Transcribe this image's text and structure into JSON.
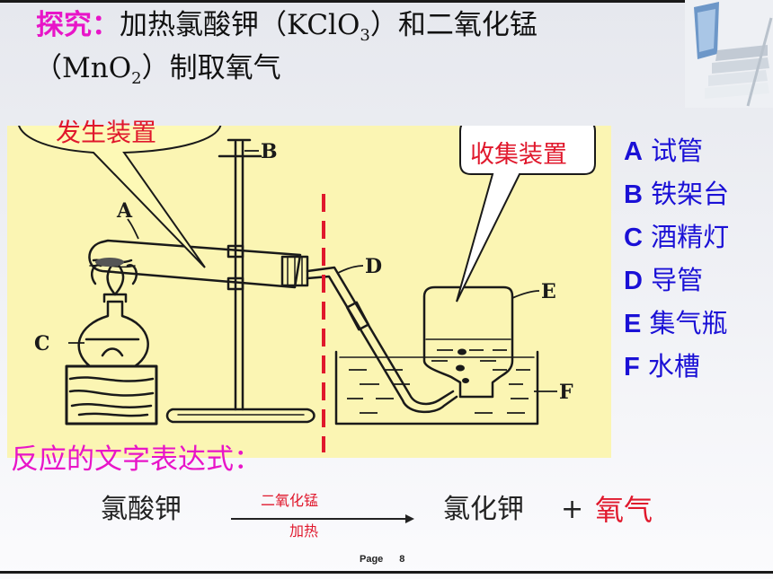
{
  "title": {
    "keyword": "探究：",
    "line1_text": "加热氯酸钾（KClO",
    "line1_sub": "3",
    "line1_tail": "）和二氧化锰",
    "line2_head": "（MnO",
    "line2_sub": "2",
    "line2_tail": "）制取氧气"
  },
  "callouts": {
    "generator": "发生装置",
    "collector": "收集装置"
  },
  "diagram_labels": {
    "A": "A",
    "B": "B",
    "C": "C",
    "D": "D",
    "E": "E",
    "F": "F"
  },
  "legend": [
    {
      "letter": "A",
      "name": " 试管"
    },
    {
      "letter": "B",
      "name": " 铁架台"
    },
    {
      "letter": "C",
      "name": "  酒精灯"
    },
    {
      "letter": "D",
      "name": " 导管"
    },
    {
      "letter": "E",
      "name": " 集气瓶"
    },
    {
      "letter": "F",
      "name": " 水槽"
    }
  ],
  "reaction": {
    "label": "反应的文字表达式：",
    "reactant": "氯酸钾",
    "catalyst": "二氧化锰",
    "condition": "加热",
    "product1": "氯化钾",
    "plus": "+",
    "product2": "氧气"
  },
  "footer": {
    "label": "Page",
    "number": "8"
  },
  "colors": {
    "keyword": "#e815c8",
    "highlight_red": "#e0182c",
    "legend_blue": "#1a10d6",
    "diagram_bg": "#fbf5b3",
    "divider": "#e0182c"
  }
}
